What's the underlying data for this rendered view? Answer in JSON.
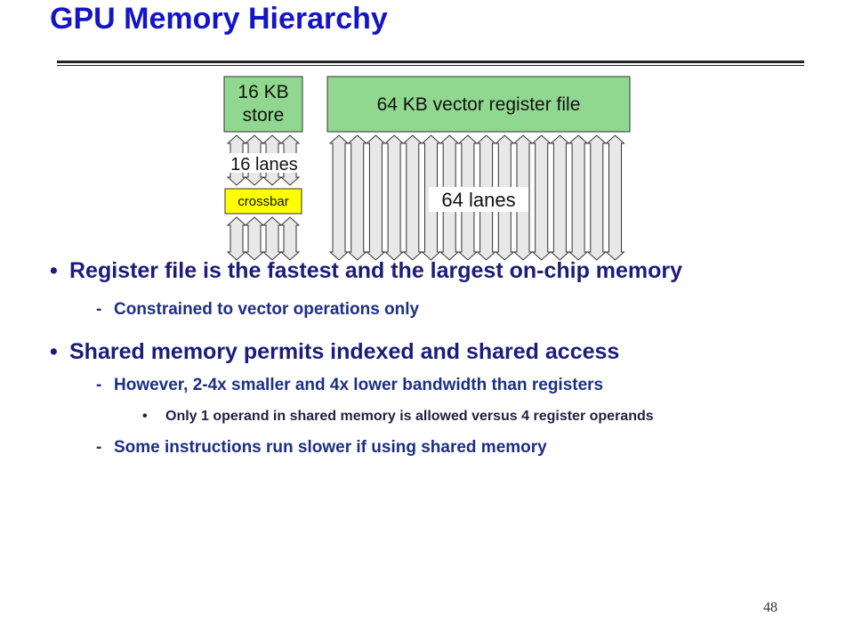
{
  "slide": {
    "title": "GPU Memory Hierarchy",
    "page_number": "48"
  },
  "diagram": {
    "store_label_line1": "16 KB",
    "store_label_line2": "store",
    "register_file_label": "64 KB vector register file",
    "lanes_small_label": "16 lanes",
    "crossbar_label": "crossbar",
    "lanes_large_label": "64 lanes",
    "colors": {
      "box_fill": "#90d890",
      "crossbar_fill": "#ffff00",
      "title": "#1515c8"
    }
  },
  "bullets": {
    "b1": "Register file is the fastest and the largest on-chip memory",
    "b1_sub1": "Constrained to vector operations only",
    "b2": "Shared memory permits indexed and shared access",
    "b2_sub1": "However,  2-4x smaller and 4x lower bandwidth than registers",
    "b2_sub1_sub1": "Only 1 operand in shared memory is allowed versus 4 register operands",
    "b2_sub2": "Some instructions run slower if using shared memory"
  }
}
